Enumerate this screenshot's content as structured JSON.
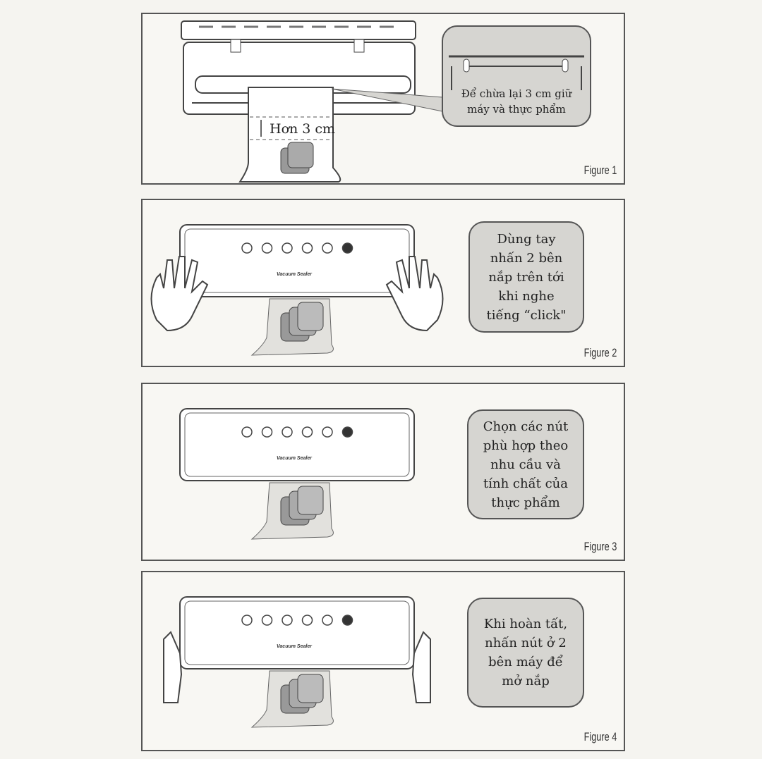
{
  "figures": [
    {
      "label": "Figure 1",
      "measure_text": "Hơn 3 cm",
      "callout": "Để chừa lại 3 cm giữ\nmáy và thực phẩm"
    },
    {
      "label": "Figure 2",
      "machine_brand": "Vacuum Sealer",
      "callout": "Dùng tay\nnhấn 2 bên\nnắp trên tới\nkhi nghe\ntiếng “click\""
    },
    {
      "label": "Figure 3",
      "machine_brand": "Vacuum Sealer",
      "callout": "Chọn các nút\nphù hợp theo\nnhu cầu và\ntính chất của\nthực phẩm"
    },
    {
      "label": "Figure 4",
      "machine_brand": "Vacuum Sealer",
      "callout": "Khi hoàn tất,\nnhấn nút ở 2\nbên máy để\nmở nắp"
    }
  ],
  "colors": {
    "border": "#555555",
    "callout_bg": "#d6d5d1",
    "paper": "#f8f7f3"
  }
}
